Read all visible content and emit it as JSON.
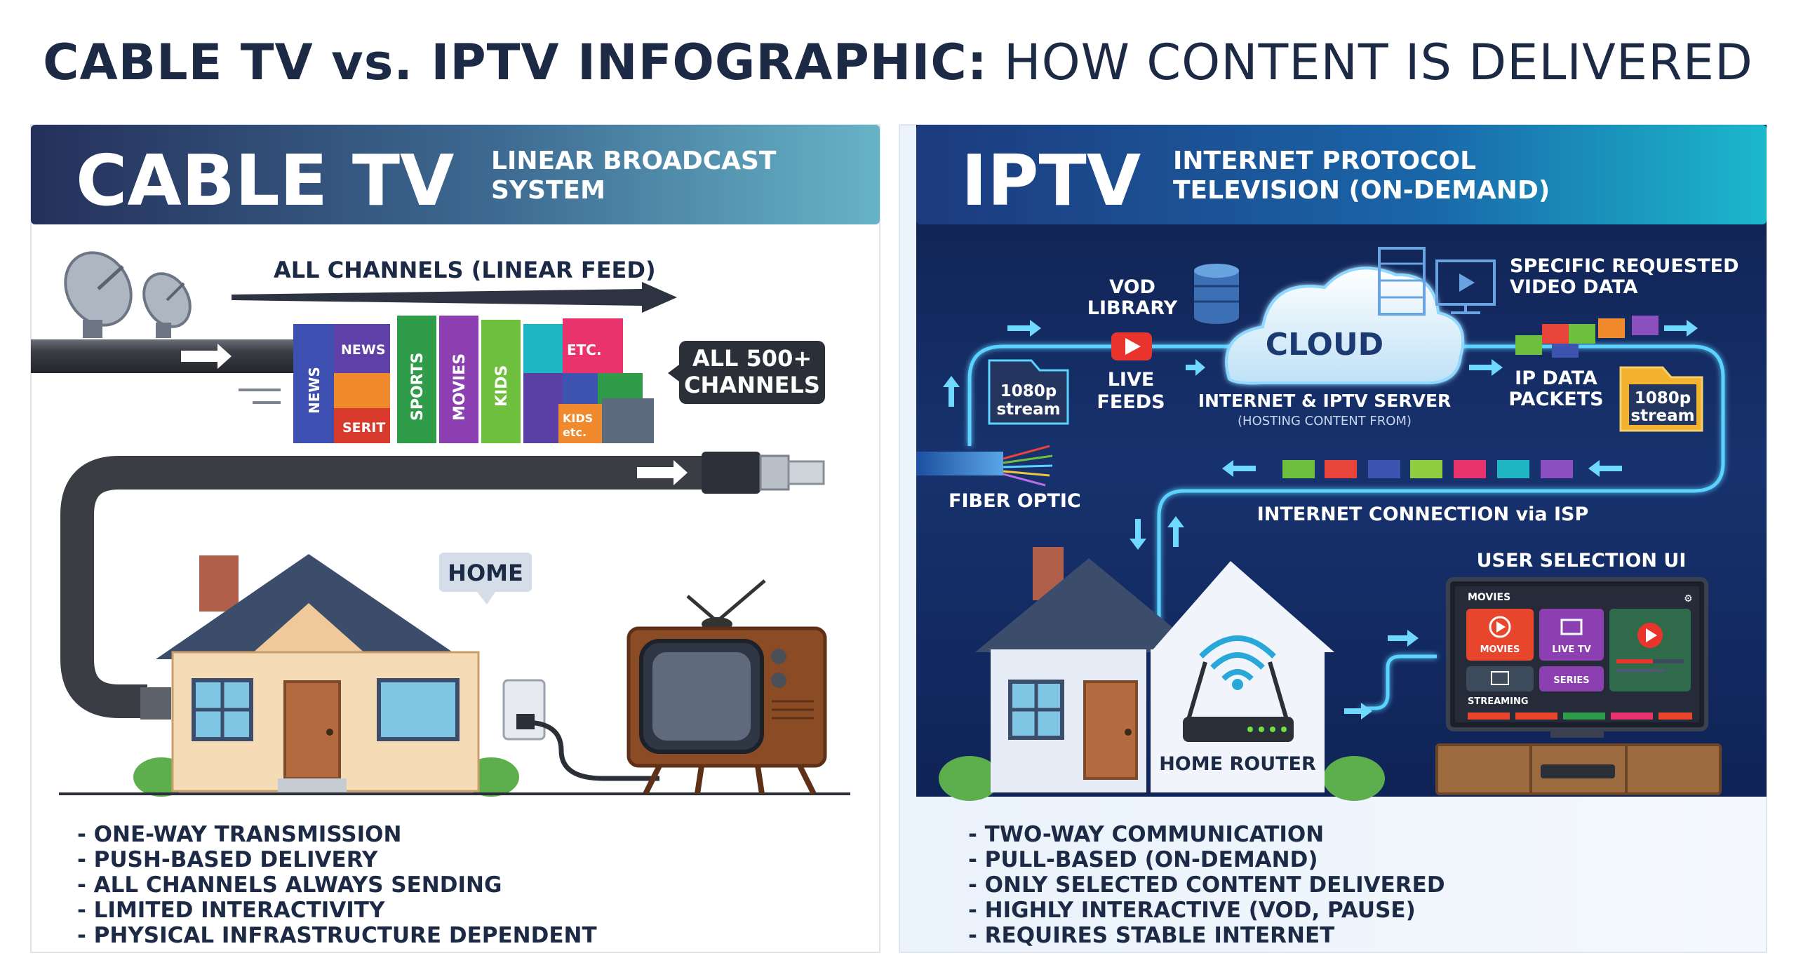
{
  "title": {
    "bold": "CABLE TV vs. IPTV INFOGRAPHIC:",
    "light": "HOW CONTENT IS DELIVERED"
  },
  "cable": {
    "heading": "CABLE TV",
    "subheading": [
      "LINEAR BROADCAST",
      "SYSTEM"
    ],
    "feed_label": "ALL CHANNELS (LINEAR FEED)",
    "channel_blocks": [
      "NEWS",
      "NEWS",
      "SERIT",
      "SPORTS",
      "MOVIES",
      "KIDS",
      "ETC.",
      "KIDS",
      "etc."
    ],
    "callout": [
      "ALL 500+",
      "CHANNELS"
    ],
    "home_label": "HOME",
    "bullets": [
      "- ONE-WAY TRANSMISSION",
      "- PUSH-BASED DELIVERY",
      "- ALL CHANNELS ALWAYS SENDING",
      "- LIMITED INTERACTIVITY",
      "- PHYSICAL INFRASTRUCTURE DEPENDENT"
    ],
    "colors": {
      "header_left": "#25325a",
      "header_right": "#5fa9bf",
      "pipe": "#3c3f46"
    }
  },
  "iptv": {
    "heading": "IPTV",
    "subheading": [
      "INTERNET PROTOCOL",
      "TELEVISION (ON-DEMAND)"
    ],
    "vod_label": [
      "VOD",
      "LIBRARY"
    ],
    "live_label": [
      "LIVE",
      "FEEDS"
    ],
    "cloud_label": "CLOUD",
    "server_label": "INTERNET & IPTV SERVER",
    "server_sub": "(HOSTING CONTENT FROM)",
    "requested_label": [
      "SPECIFIC REQUESTED",
      "VIDEO DATA"
    ],
    "packets_label": [
      "IP DATA",
      "PACKETS"
    ],
    "stream_tag": [
      "1080p",
      "stream"
    ],
    "fiber_label": "FIBER OPTIC",
    "connection_label": "INTERNET CONNECTION via ISP",
    "ui_label": "USER SELECTION UI",
    "router_label": "HOME ROUTER",
    "tv_ui": {
      "header": "MOVIES",
      "tiles": [
        "MOVIES",
        "LIVE TV",
        "SERIES"
      ],
      "row_label": "STREAMING"
    },
    "bullets": [
      "- TWO-WAY COMMUNICATION",
      "- PULL-BASED (ON-DEMAND)",
      "- ONLY SELECTED CONTENT DELIVERED",
      "- HIGHLY INTERACTIVE (VOD, PAUSE)",
      "- REQUIRES STABLE INTERNET"
    ],
    "colors": {
      "panel": "#14285a",
      "glow": "#58d2ff",
      "header_right": "#19b3c9"
    }
  }
}
